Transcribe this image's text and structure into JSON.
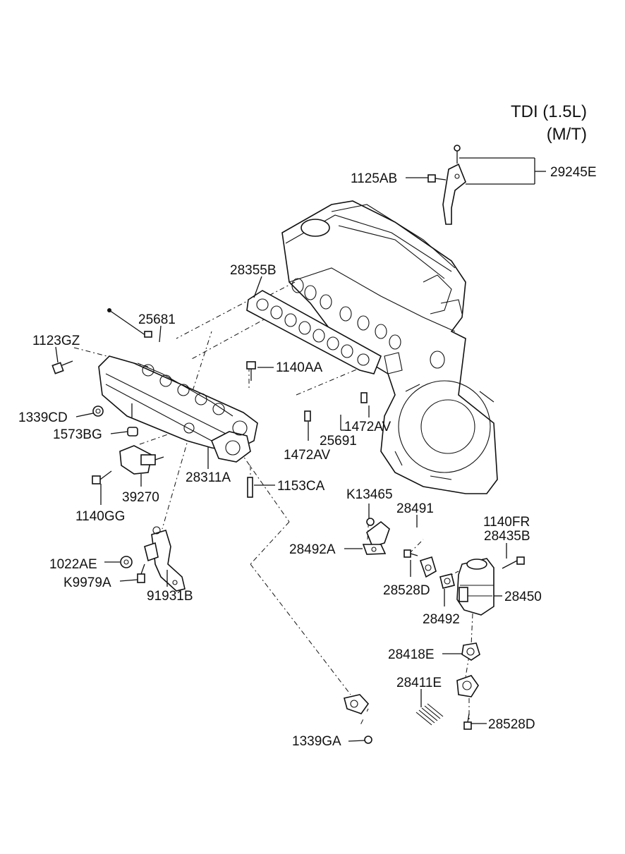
{
  "header": {
    "line1": "TDI (1.5L)",
    "line2": "(M/T)"
  },
  "parts": {
    "p29245E": "29245E",
    "p1125AB": "1125AB",
    "p28355B": "28355B",
    "p25681": "25681",
    "p1123GZ": "1123GZ",
    "p1140AA": "1140AA",
    "p1339CD": "1339CD",
    "p1573BG": "1573BG",
    "p1472AV_a": "1472AV",
    "p25691": "25691",
    "p1472AV_b": "1472AV",
    "p28311A": "28311A",
    "p1153CA": "1153CA",
    "p39270": "39270",
    "p1140GG": "1140GG",
    "pK13465": "K13465",
    "p28491": "28491",
    "p1140FR": "1140FR",
    "p28435B": "28435B",
    "p28492A": "28492A",
    "p1022AE": "1022AE",
    "p28528D_a": "28528D",
    "p28450": "28450",
    "pK9979A": "K9979A",
    "p91931B": "91931B",
    "p28492": "28492",
    "p28418E": "28418E",
    "p28411E": "28411E",
    "p28528D_b": "28528D",
    "p1339GA": "1339GA"
  }
}
